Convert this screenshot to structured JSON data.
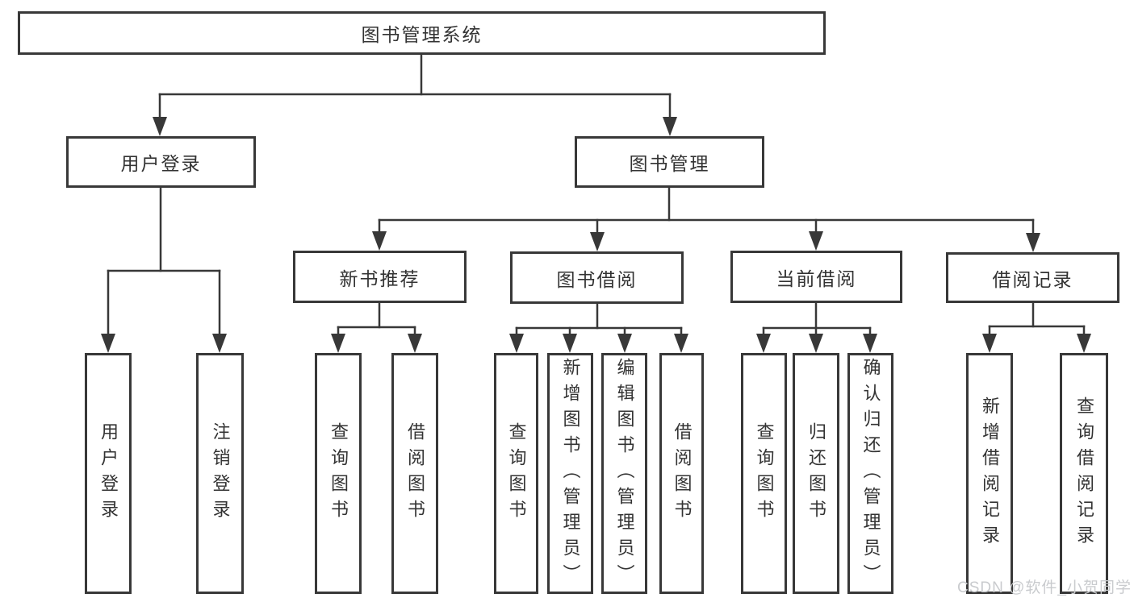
{
  "title": "图书管理系统",
  "level2": {
    "user": "用户登录",
    "book": "图书管理"
  },
  "level3": [
    "新书推荐",
    "图书借阅",
    "当前借阅",
    "借阅记录"
  ],
  "leaves": {
    "user": [
      "用户登录",
      "注销登录"
    ],
    "recommend": [
      "查询图书",
      "借阅图书"
    ],
    "borrow": [
      "查询图书",
      "新增图书（管理员）",
      "编辑图书（管理员）",
      "借阅图书"
    ],
    "current": [
      "查询图书",
      "归还图书",
      "确认归还（管理员）"
    ],
    "records": [
      "新增借阅记录",
      "查询借阅记录"
    ]
  },
  "watermark": "CSDN @软件_小贺同学",
  "colors": {
    "line": "#383838",
    "text": "#333333",
    "background": "#ffffff",
    "watermark": "#c9cbce"
  }
}
